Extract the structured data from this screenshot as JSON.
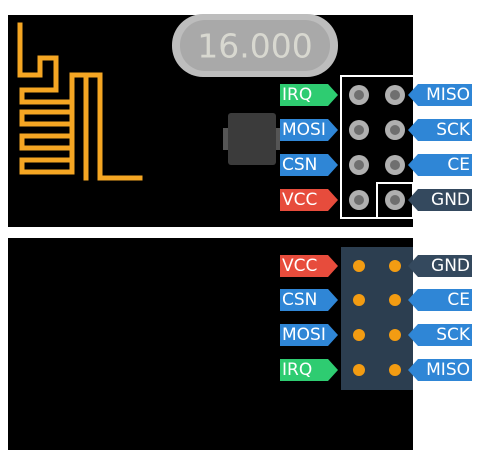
{
  "crystal": {
    "label": "16.000"
  },
  "colors": {
    "board": "#000000",
    "antenna": "#f5a623",
    "irq": "#2ecc71",
    "data": "#2f86d6",
    "vcc": "#e74c3c",
    "gnd": "#34495e",
    "pin_top": "#b0b0b0",
    "pin_bottom": "#f39c12",
    "header_bottom": "#2c3e50"
  },
  "top_view": {
    "pins_left": [
      {
        "label": "IRQ",
        "color": "irq"
      },
      {
        "label": "MOSI",
        "color": "data"
      },
      {
        "label": "CSN",
        "color": "data"
      },
      {
        "label": "VCC",
        "color": "vcc"
      }
    ],
    "pins_right": [
      {
        "label": "MISO",
        "color": "data"
      },
      {
        "label": "SCK",
        "color": "data"
      },
      {
        "label": "CE",
        "color": "data"
      },
      {
        "label": "GND",
        "color": "gnd"
      }
    ]
  },
  "bottom_view": {
    "pins_left": [
      {
        "label": "VCC",
        "color": "vcc"
      },
      {
        "label": "CSN",
        "color": "data"
      },
      {
        "label": "MOSI",
        "color": "data"
      },
      {
        "label": "IRQ",
        "color": "irq"
      }
    ],
    "pins_right": [
      {
        "label": "GND",
        "color": "gnd"
      },
      {
        "label": "CE",
        "color": "data"
      },
      {
        "label": "SCK",
        "color": "data"
      },
      {
        "label": "MISO",
        "color": "data"
      }
    ]
  }
}
